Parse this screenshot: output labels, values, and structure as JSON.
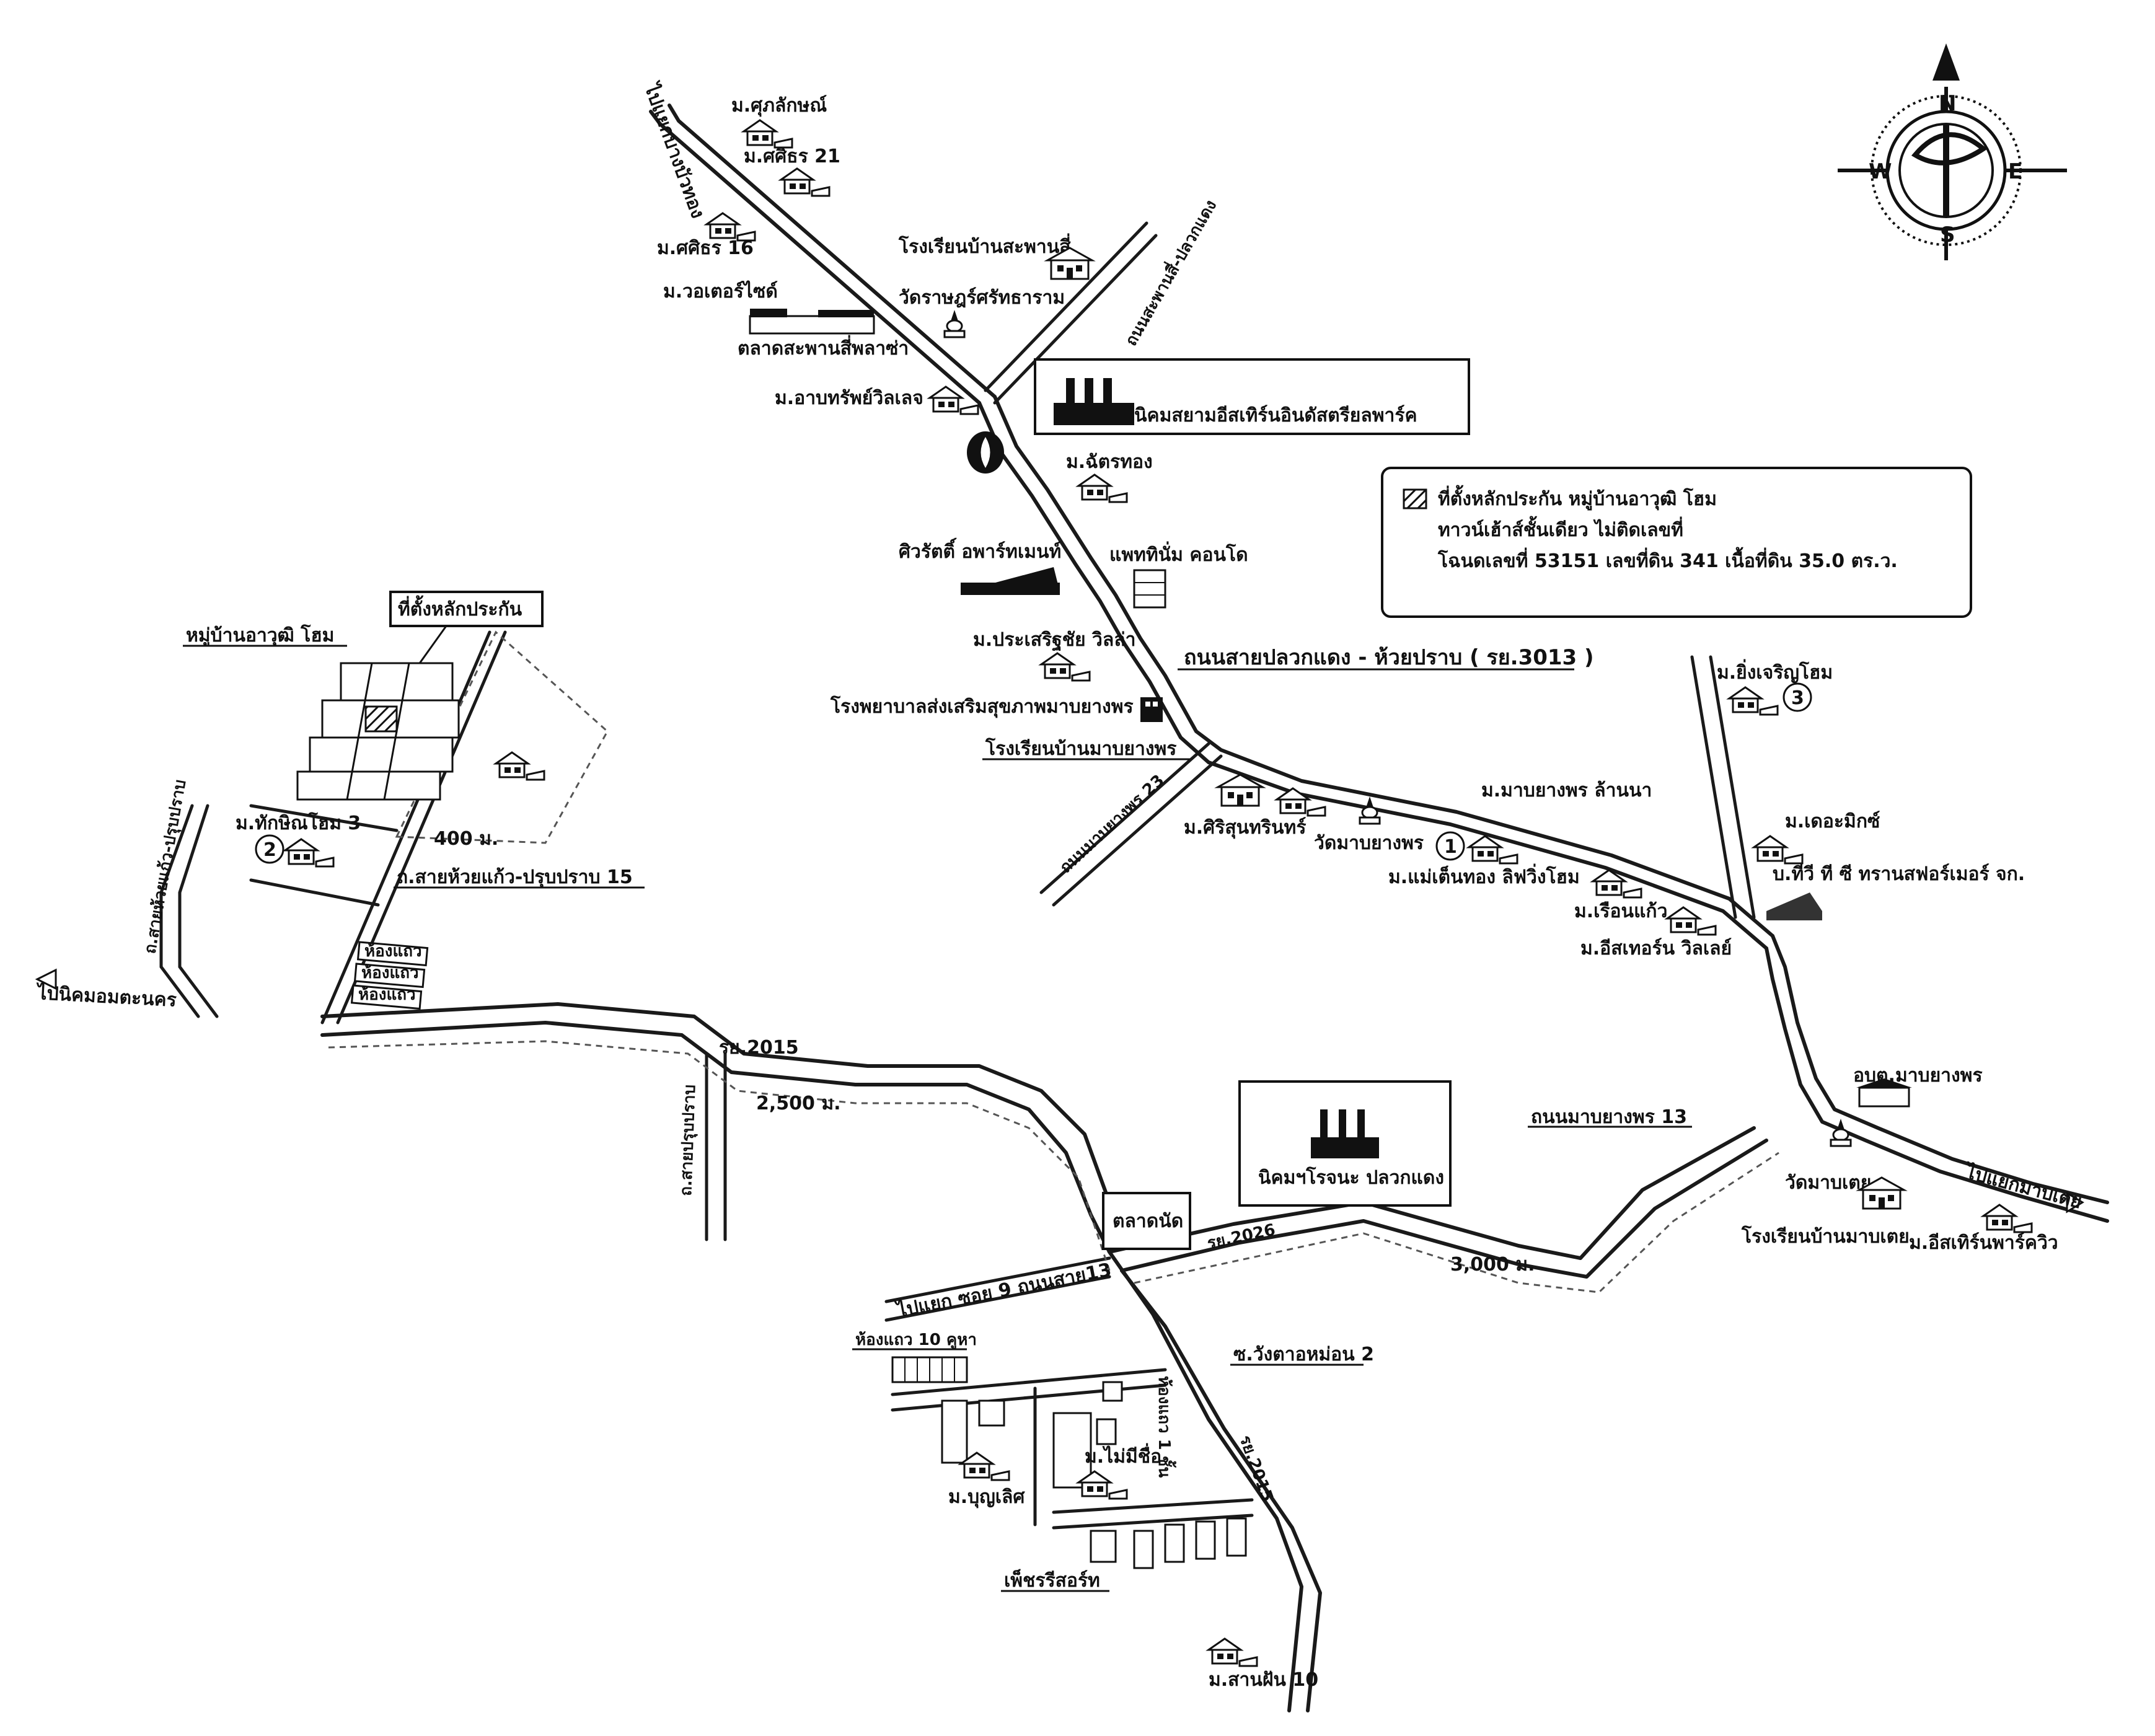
{
  "labels": {
    "to_bang_bua_thong": "ไปแยกบางบัวทอง",
    "m_sukulluck": "ม.ศุภลักษณ์",
    "m_pakitra21": "ม.ศศิธร 21",
    "m_pakitra16": "ม.ศศิธร 16",
    "m_waterside": "ม.วอเตอร์ไซด์",
    "market_saphan": "ตลาดสะพานสี่พลาซ่า",
    "school_saphan": "โรงเรียนบ้านสะพานสี่",
    "wat_rat": "วัดราษฎร์ศรัทธาราม",
    "road_saphan": "ถนนสะพานสี่-ปลวกแดง",
    "m_arbsap": "ม.อาบทรัพย์วิลเลจ",
    "eastern_park": "นิคมสยามอีสเทิร์นอินดัสตรียลพาร์ค",
    "m_chatthong": "ม.ฉัตรทอง",
    "siwat_apartment": "ศิวรัตติ์ อพาร์ทเมนท์",
    "patty_condo": "แพททินั่ม คอนโด",
    "m_prasert": "ม.ประเสริฐชัย วิลล่า",
    "hospital": "โรงพยาบาลส่งเสริมสุขภาพมาบยางพร",
    "road_main": "ถนนสายปลวกแดง - ห้วยปราบ ( รย.3013 )",
    "school_mabyang": "โรงเรียนบ้านมาบยางพร",
    "road_mabyang23": "ถนนมาบยางพร 23",
    "m_siri": "ม.ศิริสุนทรินทร์",
    "wat_mabyang": "วัดมาบยางพร",
    "m_mabyang_lanna": "ม.มาบยางพร ล้านนา",
    "m_maetun": "ม.แม่เต็นทอง ลิฟวิ่งโฮม",
    "m_ruankaew": "ม.เรือนแก้ว",
    "m_eastern_villa": "ม.อีสเทอร์น วิลเลย์",
    "m_ankhor": "ม.ยิ่งเจริญโฮม",
    "m_therich": "ม.เดอะมิกซ์",
    "tc_transformer": "บ.ทีวี ที ซี ทรานสฟอร์เมอร์ จก.",
    "legend_title": "ที่ตั้งหลักประกัน หมู่บ้านอาวุฒิ โฮม",
    "legend_line2": "ทาวน์เฮ้าส์ชั้นเดียว ไม่ติดเลขที่",
    "legend_line3": "โฉนดเลขที่ 53151 เลขที่ดิน 341 เนื้อที่ดิน 35.0 ตร.ว.",
    "collateral_label": "ที่ตั้งหลักประกัน",
    "village_awut": "หมู่บ้านอาวุฒิ โฮม",
    "m_tanya": "ม.ทักษิณโฮม 3",
    "dist_400": "400 ม.",
    "road_huaikaew15": "ถ.สายห้วยแก้ว-ปรุบปราบ 15",
    "road_huaikaew": "ถ.สายห้วยแก้ว-ปรุบปราบ",
    "shop_1": "ห้องแถว",
    "shop_2": "ห้องแถว",
    "shop_3": "ห้องแถว",
    "to_nikhom": "ไปนิคมอมตะนคร",
    "ry2015_top": "รย.2015",
    "dist_2500": "2,500 ม.",
    "road_prubprab": "ถ.สายปรุบปราบ",
    "nikhom_rojana": "นิคมฯโรจนะ ปลวกแดง",
    "road_mabyang13": "ถนนมาบยางพร 13",
    "obt": "อบต.มาบยางพร",
    "wat_mabtai": "วัดมาบเตย",
    "school_mabtai": "โรงเรียนบ้านมาบเตย",
    "m_eastern_park_view": "ม.อีสเทิร์นพาร์ควิว",
    "to_mabtai": "ไปแยกมาบเตย",
    "market_nad": "ตลาดนัด",
    "ry2026": "รย.2026",
    "dist_3000": "3,000 ม.",
    "to_soi9": "ไปแยก ซอย 9 ถนนสาย13",
    "shop_row10": "ห้องแถว 10 คูหา",
    "road_wangtakhan": "ซ.วังตาอหม่อน 2",
    "shop_row_vertical": "ห้องแถว 1 ชั้น",
    "ry2015_bottom": "รย.2015",
    "m_maisue": "ม.ไม่มีชื่อ",
    "m_boonlert": "ม.บุญเลิศ",
    "petch_resort": "เพ็ชรรีสอร์ท",
    "m_sanfan10": "ม.สานฝัน 10",
    "circle_1": "1",
    "circle_2": "2",
    "circle_3": "3",
    "compass_n": "N",
    "compass_s": "S",
    "compass_e": "E",
    "compass_w": "W"
  }
}
